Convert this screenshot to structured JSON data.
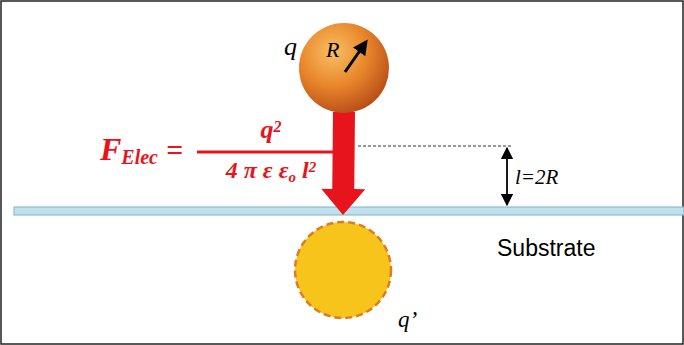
{
  "diagram": {
    "nodes": [
      {
        "text": [
          "q",
          "R"
        ]
      },
      {
        "text": [
          "q’"
        ]
      }
    ],
    "edges": [
      {
        "from": 0,
        "to": 1,
        "arrow": "to"
      }
    ],
    "labels": [
      "F",
      "Elec",
      "=",
      "q",
      "2",
      "4 π ε ε",
      "o",
      "l",
      "2",
      "l=2R",
      "Substrate"
    ]
  }
}
